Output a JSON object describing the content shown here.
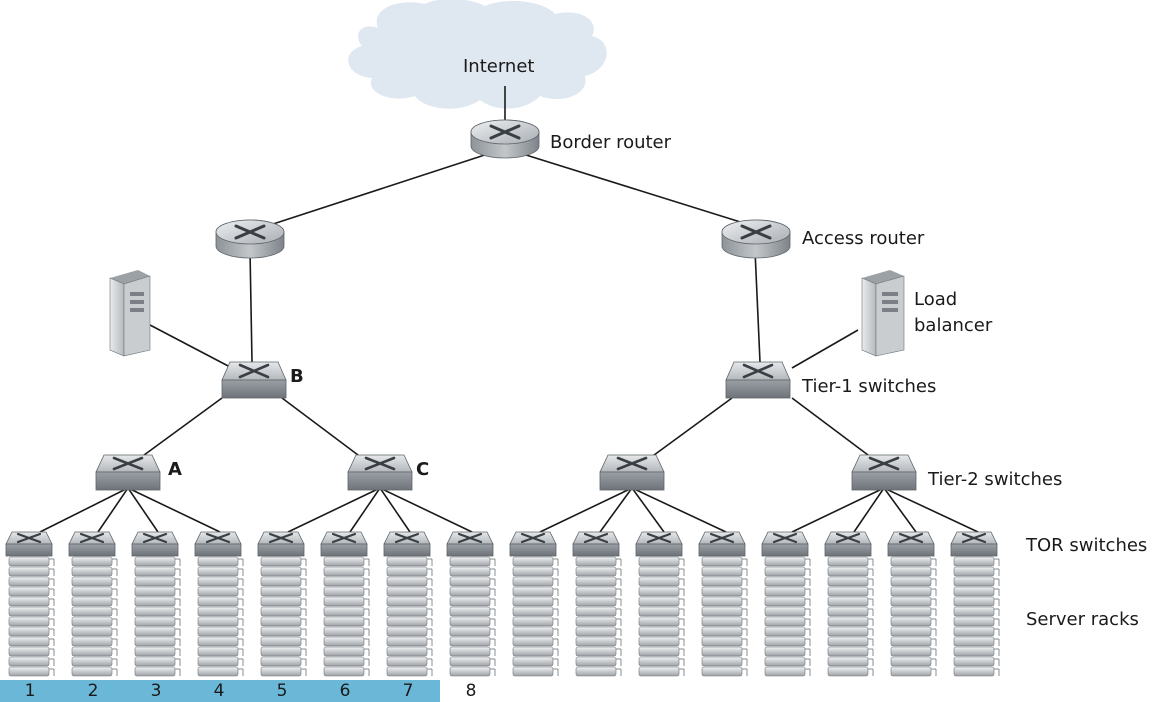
{
  "labels": {
    "internet": "Internet",
    "border_router": "Border router",
    "access_router": "Access router",
    "load_balancer": "Load\nbalancer",
    "tier1": "Tier-1 switches",
    "tier2": "Tier-2 switches",
    "tor": "TOR switches",
    "racks": "Server racks",
    "node_a": "A",
    "node_b": "B",
    "node_c": "C"
  },
  "rack_numbers": [
    "1",
    "2",
    "3",
    "4",
    "5",
    "6",
    "7",
    "8"
  ],
  "colors": {
    "cloud": "#dfe8f1",
    "highlight_band": "#6bb7d7",
    "device_top": "#c9cdd0",
    "device_side": "#8e9398",
    "line": "#1a1a1a"
  }
}
